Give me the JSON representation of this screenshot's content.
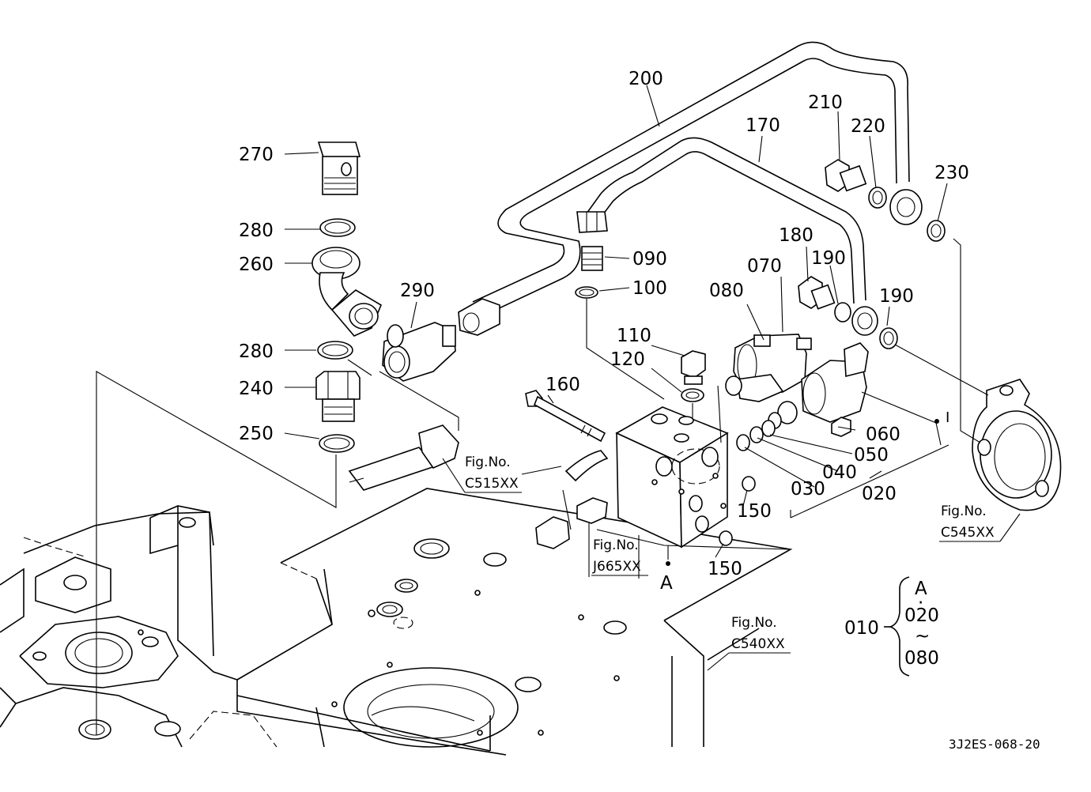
{
  "callouts": {
    "c200": "200",
    "c210": "210",
    "c220": "220",
    "c230": "230",
    "c170": "170",
    "c270": "270",
    "c280a": "280",
    "c260": "260",
    "c290": "290",
    "c280b": "280",
    "c240": "240",
    "c250": "250",
    "c090": "090",
    "c100": "100",
    "c110": "110",
    "c120": "120",
    "c080": "080",
    "c070": "070",
    "c180": "180",
    "c190a": "190",
    "c190b": "190",
    "c160": "160",
    "c060": "060",
    "c050": "050",
    "c040": "040",
    "c030": "030",
    "c020": "020",
    "c150a": "150",
    "c150b": "150",
    "cA": "A"
  },
  "figure_refs": {
    "c515": {
      "prefix": "Fig.No.",
      "number": "C515XX"
    },
    "j665": {
      "prefix": "Fig.No.",
      "number": "J665XX"
    },
    "c540": {
      "prefix": "Fig.No.",
      "number": "C540XX"
    },
    "c545": {
      "prefix": "Fig.No.",
      "number": "C545XX"
    }
  },
  "assembly_legend": {
    "item": "010",
    "sub_a": "A",
    "dot": "·",
    "range_start": "020",
    "tilde": "~",
    "range_end": "080"
  },
  "marker_i": "I",
  "drawing_code": "3J2ES-068-20"
}
